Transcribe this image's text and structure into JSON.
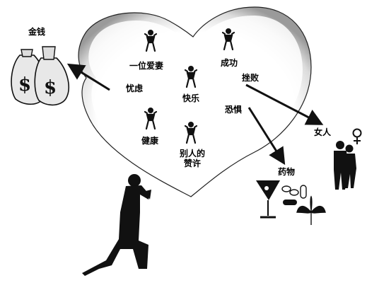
{
  "inside_heart": {
    "wife": "一位爱妻",
    "success": "成功",
    "happiness": "快乐",
    "health": "健康",
    "approval": "别人的赞许"
  },
  "outside": {
    "money": "金钱",
    "worry": "忧虑",
    "frustration": "挫败",
    "fear": "恐惧",
    "women": "女人",
    "drugs": "药物"
  },
  "icons": {
    "figure": "person-figure-icon",
    "moneybag": "money-bag-icon",
    "female": "female-symbol-icon"
  }
}
